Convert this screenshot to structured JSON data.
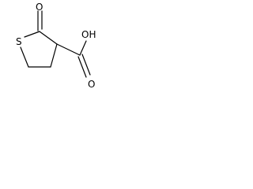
{
  "molecule": {
    "ring_sulfur": "S",
    "ketone_oxygen": "O",
    "acid_group": "OH",
    "acid_carbonyl_oxygen": "O"
  }
}
